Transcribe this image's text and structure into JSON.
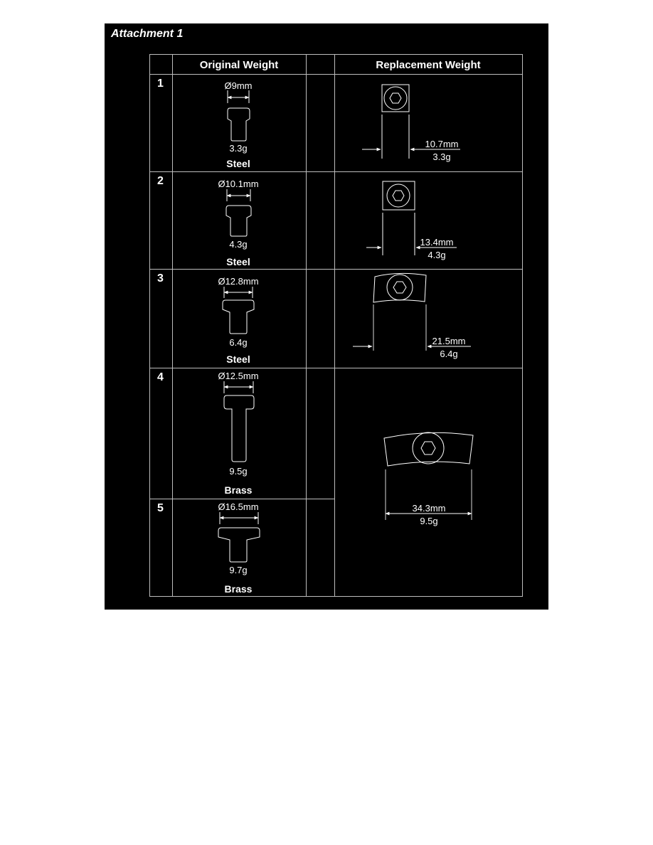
{
  "title": "Attachment 1",
  "headers": {
    "original": "Original Weight",
    "replacement": "Replacement Weight"
  },
  "rows": [
    {
      "num": "1",
      "diameter": "Ø9mm",
      "orig_weight": "3.3g",
      "material": "Steel",
      "repl_length": "10.7mm",
      "repl_weight": "3.3g"
    },
    {
      "num": "2",
      "diameter": "Ø10.1mm",
      "orig_weight": "4.3g",
      "material": "Steel",
      "repl_length": "13.4mm",
      "repl_weight": "4.3g"
    },
    {
      "num": "3",
      "diameter": "Ø12.8mm",
      "orig_weight": "6.4g",
      "material": "Steel",
      "repl_length": "21.5mm",
      "repl_weight": "6.4g"
    },
    {
      "num": "4",
      "diameter": "Ø12.5mm",
      "orig_weight": "9.5g",
      "material": "Brass",
      "repl_length": "34.3mm",
      "repl_weight": "9.5g"
    },
    {
      "num": "5",
      "diameter": "Ø16.5mm",
      "orig_weight": "9.7g",
      "material": "Brass"
    }
  ],
  "colors": {
    "background": "#000000",
    "lines": "#ffffff",
    "grid": "#bdbdbd"
  }
}
